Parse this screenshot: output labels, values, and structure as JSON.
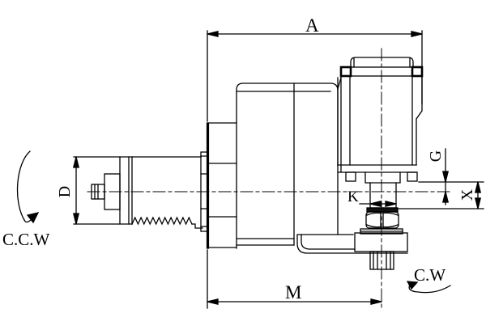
{
  "labels": {
    "a": "A",
    "d": "D",
    "g": "G",
    "k": "K",
    "m": "M",
    "x": "X",
    "ccw": "C.C.W",
    "cw": "C.W"
  },
  "colors": {
    "line": "#000000",
    "background": "#ffffff"
  }
}
